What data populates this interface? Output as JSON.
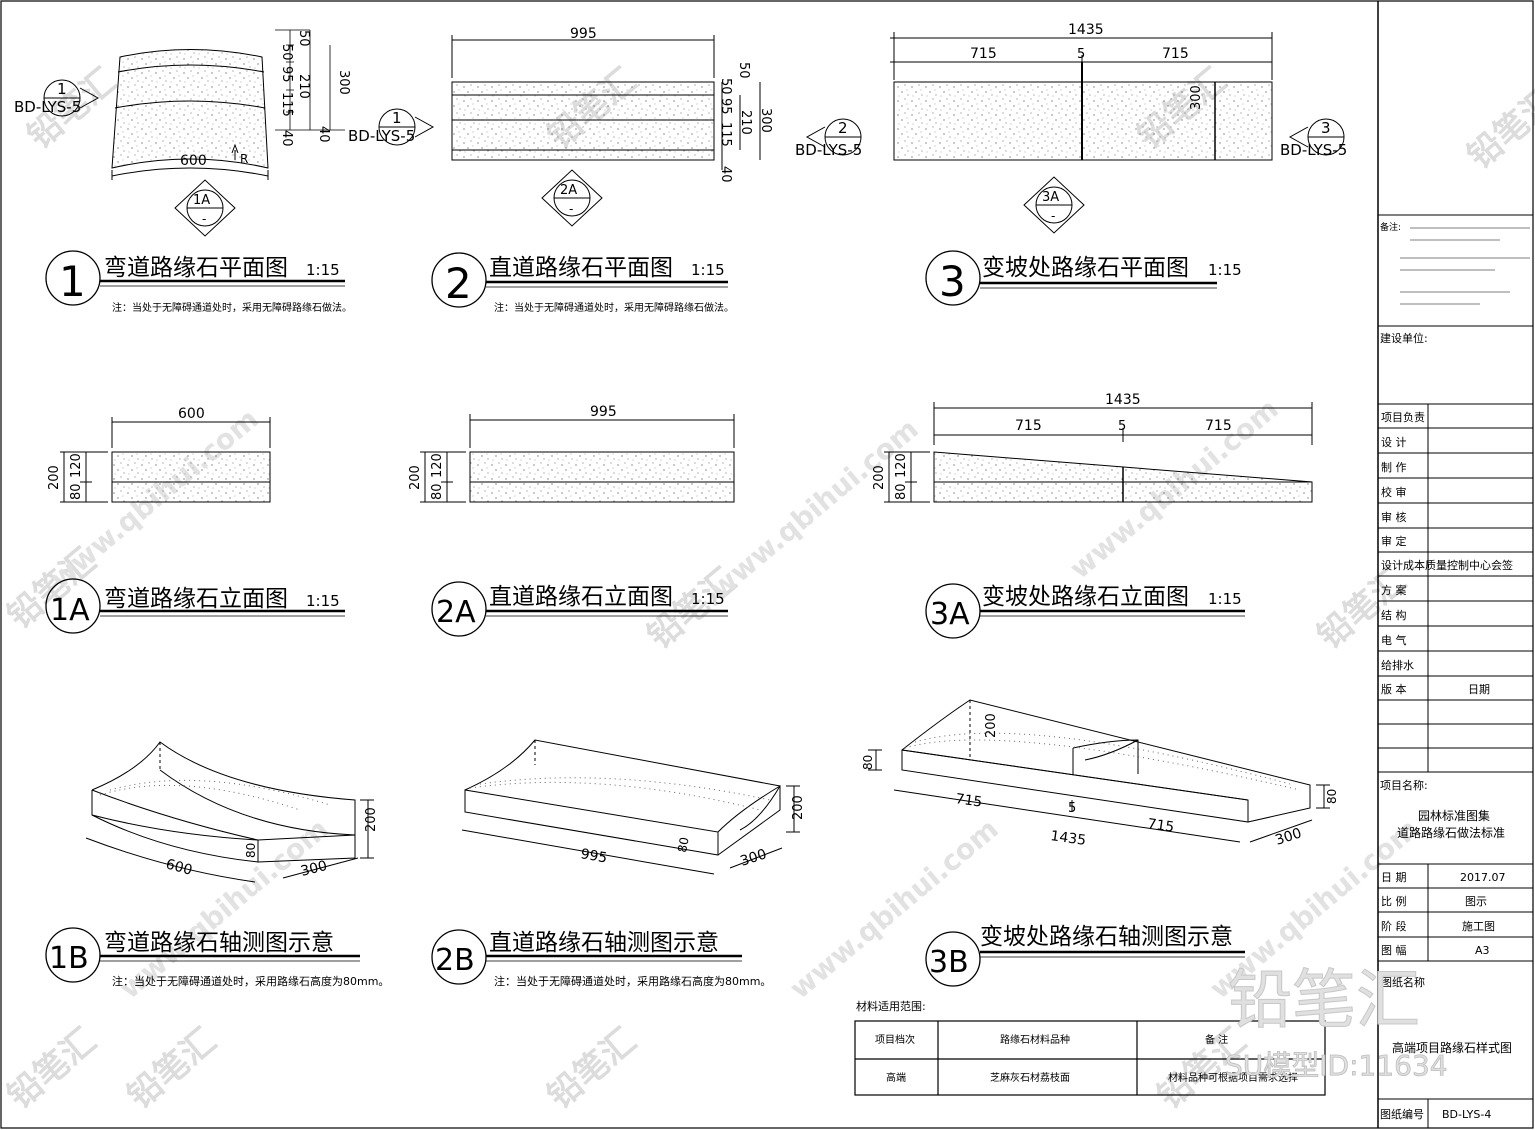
{
  "views": {
    "v1": {
      "num": "1",
      "title": "弯道路缘石平面图",
      "scale": "1:15",
      "note": "注：当处于无障碍通道处时，采用无障碍路缘石做法。"
    },
    "v2": {
      "num": "2",
      "title": "直道路缘石平面图",
      "scale": "1:15",
      "note": "注：当处于无障碍通道处时，采用无障碍路缘石做法。"
    },
    "v3": {
      "num": "3",
      "title": "变坡处路缘石平面图",
      "scale": "1:15"
    },
    "v1a": {
      "num": "1A",
      "title": "弯道路缘石立面图",
      "scale": "1:15"
    },
    "v2a": {
      "num": "2A",
      "title": "直道路缘石立面图",
      "scale": "1:15"
    },
    "v3a": {
      "num": "3A",
      "title": "变坡处路缘石立面图",
      "scale": "1:15"
    },
    "v1b": {
      "num": "1B",
      "title": "弯道路缘石轴测图示意",
      "note": "注：当处于无障碍通道处时，采用路缘石高度为80mm。"
    },
    "v2b": {
      "num": "2B",
      "title": "直道路缘石轴测图示意",
      "note": "注：当处于无障碍通道处时，采用路缘石高度为80mm。"
    },
    "v3b": {
      "num": "3B",
      "title": "变坡处路缘石轴测图示意"
    }
  },
  "dims": {
    "d600": "600",
    "d995": "995",
    "d1435": "1435",
    "d715": "715",
    "d5": "5",
    "d300": "300",
    "d210": "210",
    "d200": "200",
    "d120": "120",
    "d80": "80",
    "d50": "50",
    "d95": "95",
    "d115": "115",
    "d40": "40",
    "dR": "R"
  },
  "section_marks": {
    "s1": {
      "num": "1",
      "ref": "BD-LYS-5"
    },
    "s2": {
      "num": "2",
      "ref": "BD-LYS-5"
    },
    "s3": {
      "num": "3",
      "ref": "BD-LYS-5"
    },
    "e1a": {
      "num": "1A",
      "sub": "-"
    },
    "e2a": {
      "num": "2A",
      "sub": "-"
    },
    "e3a": {
      "num": "3A",
      "sub": "-"
    }
  },
  "materials": {
    "heading": "材料适用范围:",
    "headers": [
      "项目档次",
      "路缘石材料品种",
      "备    注"
    ],
    "rows": [
      [
        "高端",
        "芝麻灰石材荔枝面",
        "材料品种可根据项目需求选择"
      ]
    ]
  },
  "title_block": {
    "notes_label": "备注:",
    "client_label": "建设单位:",
    "roles": [
      "项目负责",
      "设    计",
      "制    作",
      "校    审",
      "审    核",
      "审    定"
    ],
    "cosign": "设计成本质量控制中心会签",
    "disciplines": [
      "方    案",
      "结    构",
      "电    气",
      "给排水"
    ],
    "version_label": "版    本",
    "date_col": "日期",
    "project_label": "项目名称:",
    "project_name_1": "园林标准图集",
    "project_name_2": "道路路缘石做法标准",
    "meta": [
      {
        "k": "日    期",
        "v": "2017.07"
      },
      {
        "k": "比    例",
        "v": "图示"
      },
      {
        "k": "阶    段",
        "v": "施工图"
      },
      {
        "k": "图    幅",
        "v": "A3"
      }
    ],
    "drawing_name_label": "图纸名称",
    "drawing_name": "高端项目路缘石样式图",
    "drawing_no_label": "图纸编号",
    "drawing_no": "BD-LYS-4"
  },
  "watermark": {
    "brand": "铅笔汇",
    "url": "www.qbihui.com",
    "model_id": "SU模型ID:11634"
  },
  "colors": {
    "line": "#000000",
    "watermark": "#d9d9d9"
  }
}
